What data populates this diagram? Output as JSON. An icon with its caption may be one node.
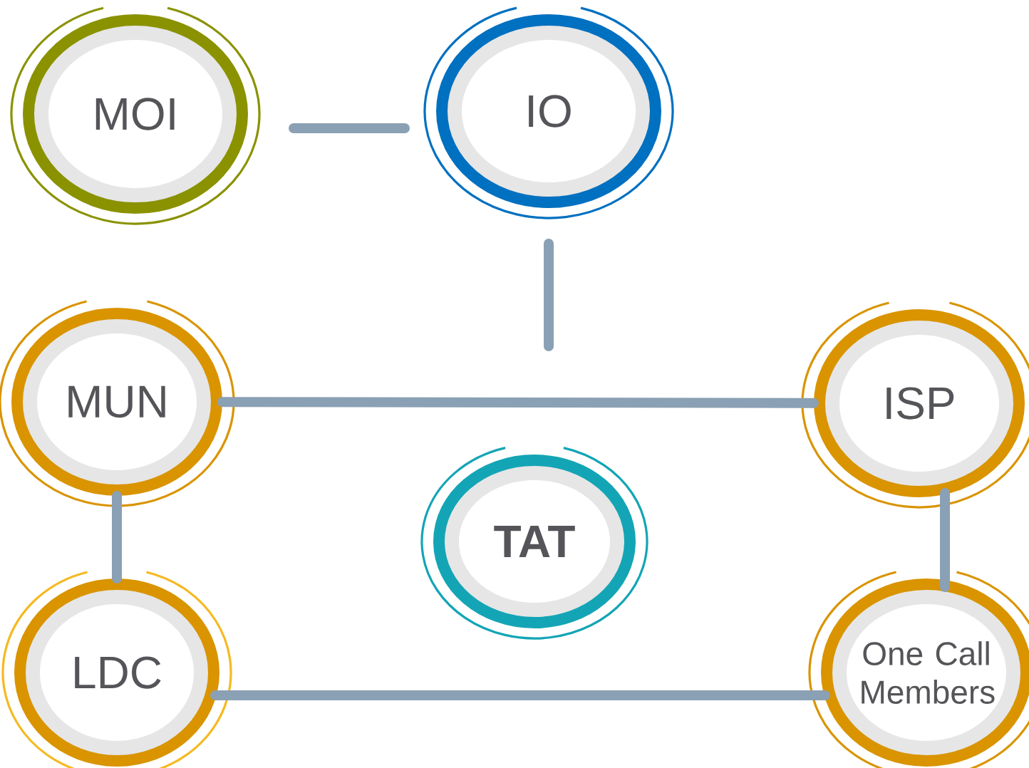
{
  "diagram": {
    "nodes": [
      {
        "text": [
          "MOI"
        ]
      },
      {
        "text": [
          "IO"
        ]
      },
      {
        "text": [
          "MUN"
        ]
      },
      {
        "text": [
          "ISP"
        ]
      },
      {
        "text": [
          "TAT"
        ]
      },
      {
        "text": [
          "LDC"
        ]
      },
      {
        "text": [
          "One Call Members"
        ]
      }
    ],
    "edges": [
      {
        "from": 0,
        "to": 1,
        "arrow": "none"
      },
      {
        "from": 1,
        "to": null,
        "arrow": "none"
      },
      {
        "from": 2,
        "to": 3,
        "arrow": "none"
      },
      {
        "from": 2,
        "to": 5,
        "arrow": "none"
      },
      {
        "from": 3,
        "to": 6,
        "arrow": "none"
      },
      {
        "from": 5,
        "to": 6,
        "arrow": "none"
      }
    ]
  }
}
